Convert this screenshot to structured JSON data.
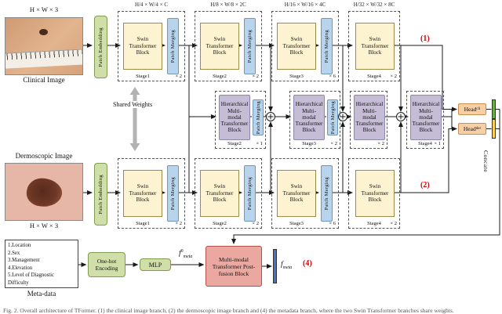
{
  "clinical": {
    "dims": "H × W × 3",
    "label": "Clinical Image",
    "patch_embedding": "Patch Embedding",
    "tag": "(1)"
  },
  "dermoscopic": {
    "dims": "H × W × 3",
    "label": "Dermoscopic Image",
    "patch_embedding": "Patch Embedding",
    "tag": "(2)"
  },
  "stage_dims": [
    "H/4 × W/4 × C",
    "H/8 × W/8 × 2C",
    "H/16 × W/16 × 4C",
    "H/32 × W/32 × 8C"
  ],
  "swin_block": "Swin Transformer Block",
  "patch_merging": "Patch Merging",
  "top_stages": [
    {
      "name": "Stage1",
      "mult": "× 2"
    },
    {
      "name": "Stage2",
      "mult": "× 2"
    },
    {
      "name": "Stage3",
      "mult": "× 6"
    },
    {
      "name": "Stage4",
      "mult": "× 2"
    }
  ],
  "bottom_stages": [
    {
      "name": "Stage1",
      "mult": "× 2"
    },
    {
      "name": "Stage2",
      "mult": "× 2"
    },
    {
      "name": "Stage3",
      "mult": "× 6"
    },
    {
      "name": "Stage4",
      "mult": "× 2"
    }
  ],
  "fusion": {
    "shared_weights": "Shared Weights",
    "block": "Hierarchical Multi-modal Transformer Block",
    "patch_merging": "Patch Merging",
    "stages": [
      {
        "name": "Stage2",
        "mult": "× 1"
      },
      {
        "name": "Stage3",
        "mult": "× 2"
      },
      {
        "name": "",
        "mult": "× 2"
      },
      {
        "name": "Stage4",
        "mult": "× 1"
      }
    ],
    "head_cli": {
      "base": "Head",
      "sub": "cli"
    },
    "head_der": {
      "base": "Head",
      "sub": "der"
    },
    "concate": "Concate"
  },
  "meta": {
    "items": [
      "1.Location",
      "2.Sex",
      "3.Management",
      "4.Elevation",
      "5.Level of Diagnostic Difficulty"
    ],
    "label": "Meta-data",
    "onehot": "One-hot Encoding",
    "mlp": "MLP",
    "f0": {
      "base": "f",
      "sup": "0",
      "sub": "meta"
    },
    "postfusion": "Multi-modal Transformer Post-fusion Block",
    "fout": {
      "base": "f",
      "sub": "meta"
    },
    "tag": "(4)"
  },
  "caption": "Fig. 2.   Overall architecture of TFormer. (1) the clinical image branch, (2) the dermoscopic image branch and (4) the metadata branch, where the two Swin Transformer branches share weights.",
  "colors": {
    "swin_block": "#fdf3d0",
    "patch_merging": "#b8d4ec",
    "patch_embedding": "#cfdfa7",
    "mht_block": "#c5bdd6",
    "postfusion": "#eba8a0",
    "head": "#f6cfa4",
    "tag_red": "#d40000",
    "bar_green": "#70ad47",
    "bar_yellow": "#ffd34d",
    "bar_blue": "#4472c4"
  }
}
